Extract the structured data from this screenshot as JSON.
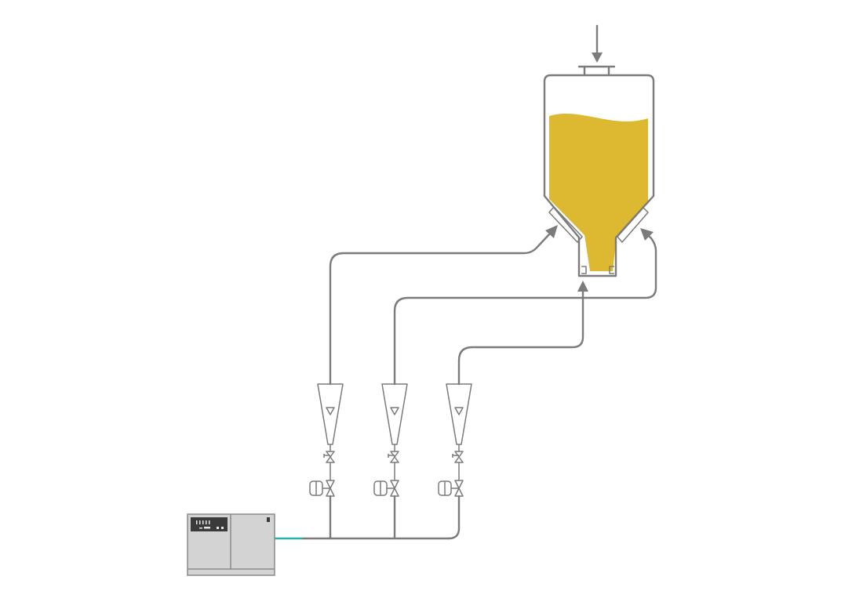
{
  "diagram": {
    "kind": "silo-aeration-schematic",
    "silo": {
      "fill_color": "#DDB931",
      "inlet": "top",
      "aeration_pads": 3
    },
    "aeration_lines": 3,
    "colors": {
      "pipe": "#7B7B7B",
      "product": "#DDB931",
      "blower_body": "#D3D3D3",
      "connector": "#2AAFAF"
    },
    "icons": [
      "silo-icon",
      "rotameter-icon",
      "needle-valve-icon",
      "solenoid-valve-icon",
      "blower-unit-icon"
    ]
  }
}
